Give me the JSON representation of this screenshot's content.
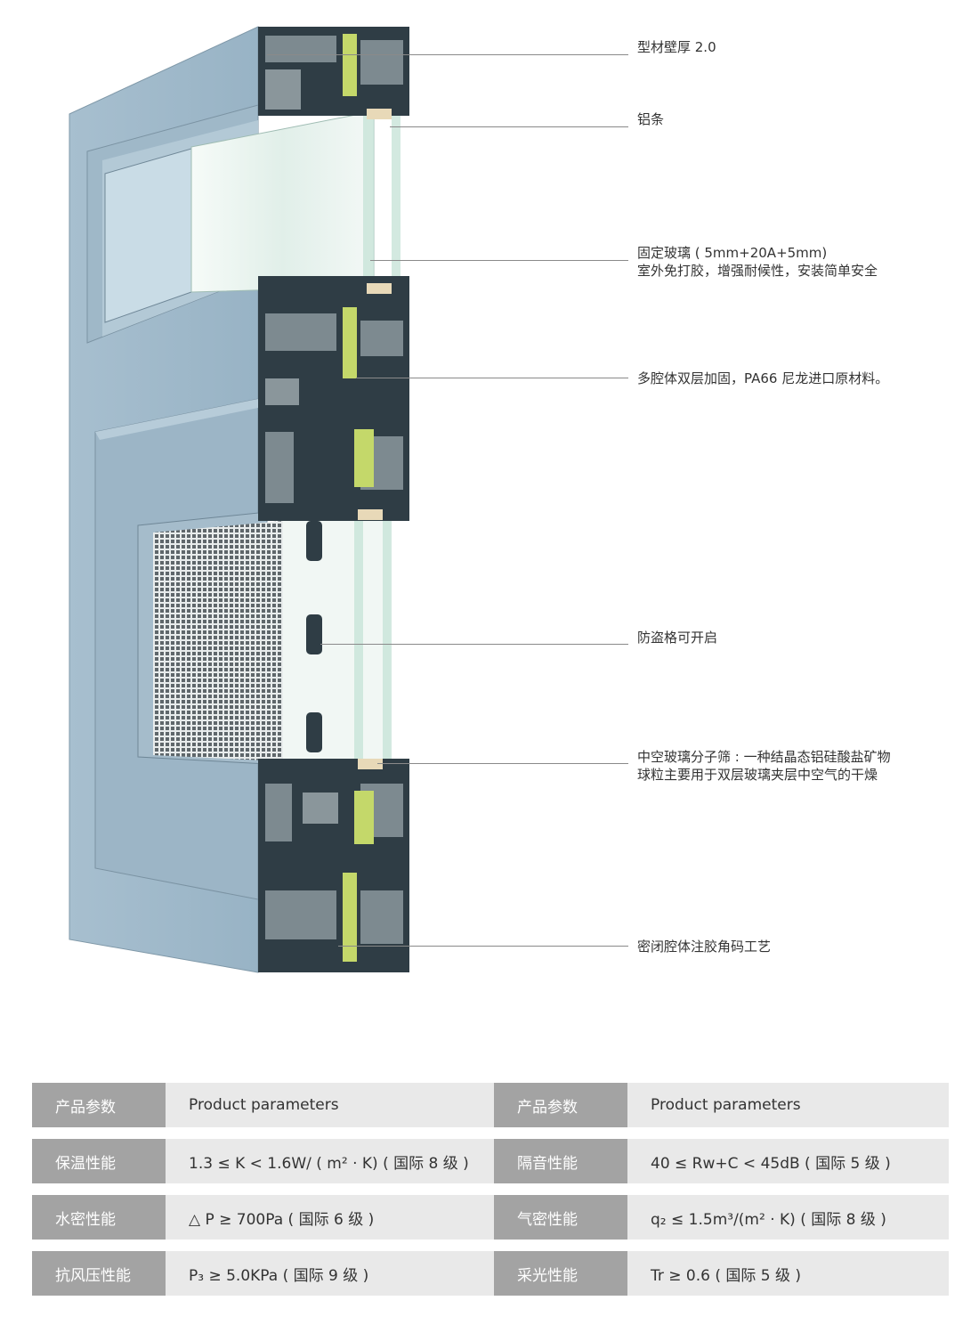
{
  "figure": {
    "subject": "aluminum window profile cross-section",
    "colors": {
      "frame_face": "#a9c0cf",
      "frame_face_dark": "#8fa9ba",
      "profile_dark": "#2f3d45",
      "profile_metal": "#7d8a90",
      "nylon_strip": "#c4d86a",
      "glass": "#e6f2ee",
      "mesh": "#5b6266"
    }
  },
  "callouts": [
    {
      "text": "型材壁厚 2.0"
    },
    {
      "text": "铝条"
    },
    {
      "text": "固定玻璃 ( 5mm+20A+5mm)",
      "text2": "室外免打胶，增强耐候性，安装简单安全"
    },
    {
      "text": "多腔体双层加固，PA66 尼龙进口原材料。"
    },
    {
      "text": "防盗格可开启"
    },
    {
      "text": "中空玻璃分子筛 : 一种结晶态铝硅酸盐矿物",
      "text2": "球粒主要用于双层玻璃夹层中空气的干燥"
    },
    {
      "text": "密闭腔体注胶角码工艺"
    }
  ],
  "params_table": {
    "header": {
      "left_key": "产品参数",
      "left_val": "Product parameters",
      "right_key": "产品参数",
      "right_val": "Product parameters"
    },
    "rows": [
      {
        "left_key": "保温性能",
        "left_val": "1.3 ≤ K < 1.6W/ ( m² · K) ( 国际 8 级 )",
        "right_key": "隔音性能",
        "right_val": "40 ≤ Rw+C < 45dB ( 国际 5 级 )"
      },
      {
        "left_key": "水密性能",
        "left_val": "△ P ≥ 700Pa ( 国际 6 级 )",
        "right_key": "气密性能",
        "right_val": "q₂ ≤ 1.5m³/(m² · K) ( 国际 8 级 )"
      },
      {
        "left_key": "抗风压性能",
        "left_val": "P₃ ≥ 5.0KPa ( 国际 9 级 )",
        "right_key": "采光性能",
        "right_val": "Tr ≥ 0.6 ( 国际 5 级 )"
      }
    ]
  }
}
